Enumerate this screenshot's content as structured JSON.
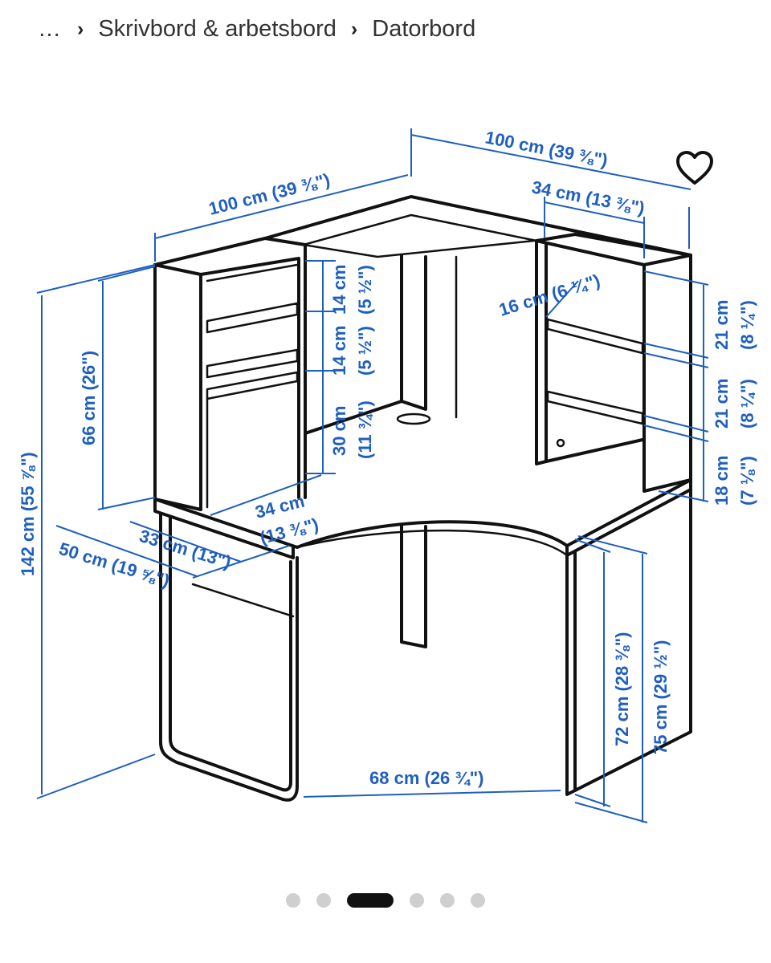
{
  "breadcrumb": {
    "ellipsis": "…",
    "items": [
      "Skrivbord & arbetsbord",
      "Datorbord"
    ]
  },
  "favorite": {
    "icon": "heart-icon"
  },
  "drawing": {
    "dimensions": {
      "top_right_width": "100 cm (39 ⅜\")",
      "top_left_width": "100 cm (39 ⅜\")",
      "shelf_right_width": "34 cm (13 ⅜\")",
      "shelf_depth": "16 cm (6 ¼\")",
      "shelf_gap_1": "14 cm",
      "shelf_gap_1_in": "(5 ½\")",
      "shelf_gap_2": "14 cm",
      "shelf_gap_2_in": "(5 ½\")",
      "lower_shelf": "30 cm",
      "lower_shelf_in": "(11 ¾\")",
      "right_gap_1": "21 cm",
      "right_gap_1_in": "(8 ¼\")",
      "right_gap_2": "21 cm",
      "right_gap_2_in": "(8 ¼\")",
      "right_gap_3": "18 cm",
      "right_gap_3_in": "(7 ⅛\")",
      "upper_height": "66 cm (26\")",
      "total_height": "142 cm (55 ⅞\")",
      "shelf_left_width": "34 cm",
      "shelf_left_width_in": "(13 ⅜\")",
      "depth_33": "33 cm (13\")",
      "depth_50": "50 cm (19 ⅝\")",
      "height_72": "72 cm (28 ⅜\")",
      "height_75": "75 cm (29 ½\")",
      "knee_width": "68 cm (26 ¾\")"
    }
  },
  "carousel": {
    "count": 6,
    "active_index": 2
  },
  "colors": {
    "dimension_blue": "#1f5fbf",
    "ink": "#111111",
    "dot_inactive": "#cfcfcf"
  }
}
